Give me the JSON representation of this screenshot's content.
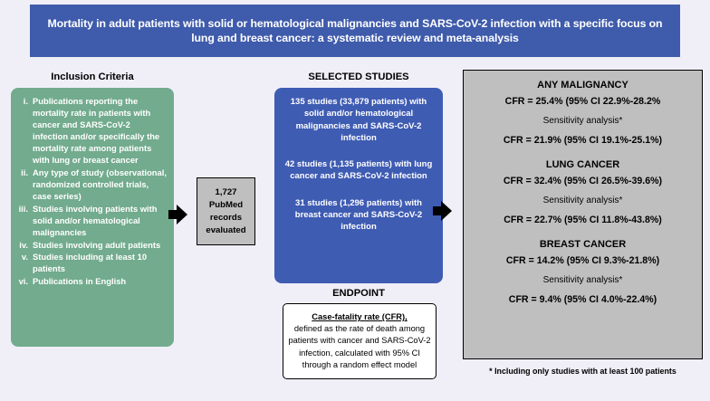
{
  "title": "Mortality in adult patients with solid or hematological malignancies and SARS-CoV-2 infection with a specific focus on lung and breast cancer: a systematic review and meta-analysis",
  "colors": {
    "banner_blue": "#3f5bab",
    "box_blue": "#3f5cb3",
    "box_green": "#72ab8d",
    "box_gray": "#bfbfbf",
    "background": "#f0eff8",
    "arrow_black": "#000000"
  },
  "inclusion": {
    "header": "Inclusion Criteria",
    "items": [
      {
        "num": "i.",
        "text": "Publications reporting the mortality rate in patients with cancer and SARS-CoV-2 infection and/or specifically the mortality rate among patients with lung or breast cancer"
      },
      {
        "num": "ii.",
        "text": "Any type of study (observational, randomized controlled trials, case series)"
      },
      {
        "num": "iii.",
        "text": "Studies involving patients with solid and/or hematological malignancies"
      },
      {
        "num": "iv.",
        "text": "Studies involving adult patients"
      },
      {
        "num": "v.",
        "text": "Studies including at least 10 patients"
      },
      {
        "num": "vi.",
        "text": "Publications in English"
      }
    ]
  },
  "pubmed": {
    "count": "1,727",
    "line2": "PubMed",
    "line3": "records",
    "line4": "evaluated"
  },
  "selected": {
    "header": "SELECTED STUDIES",
    "studies": [
      "135 studies (33,879 patients) with solid and/or hematological malignancies and SARS-CoV-2 infection",
      "42  studies (1,135 patients) with lung cancer and SARS-CoV-2 infection",
      "31  studies (1,296 patients) with breast cancer and SARS-CoV-2 infection"
    ]
  },
  "endpoint": {
    "header": "ENDPOINT",
    "title": "Case-fatality rate (CFR),",
    "body": "defined as the rate of death among patients with cancer and SARS-CoV-2 infection, calculated with 95% CI through a random effect model"
  },
  "results": {
    "groups": [
      {
        "title": "ANY MALIGNANCY",
        "cfr": "CFR = 25.4% (95% CI 22.9%-28.2%",
        "sensitivity_label": "Sensitivity analysis*",
        "sensitivity_cfr": "CFR = 21.9% (95% CI 19.1%-25.1%)"
      },
      {
        "title": "LUNG CANCER",
        "cfr": "CFR = 32.4% (95% CI 26.5%-39.6%)",
        "sensitivity_label": "Sensitivity analysis*",
        "sensitivity_cfr": "CFR = 22.7% (95% CI 11.8%-43.8%)"
      },
      {
        "title": "BREAST CANCER",
        "cfr": "CFR = 14.2% (95% CI 9.3%-21.8%)",
        "sensitivity_label": "Sensitivity analysis*",
        "sensitivity_cfr": "CFR = 9.4% (95% CI 4.0%-22.4%)"
      }
    ],
    "footnote": "* Including only studies with at least 100 patients"
  }
}
